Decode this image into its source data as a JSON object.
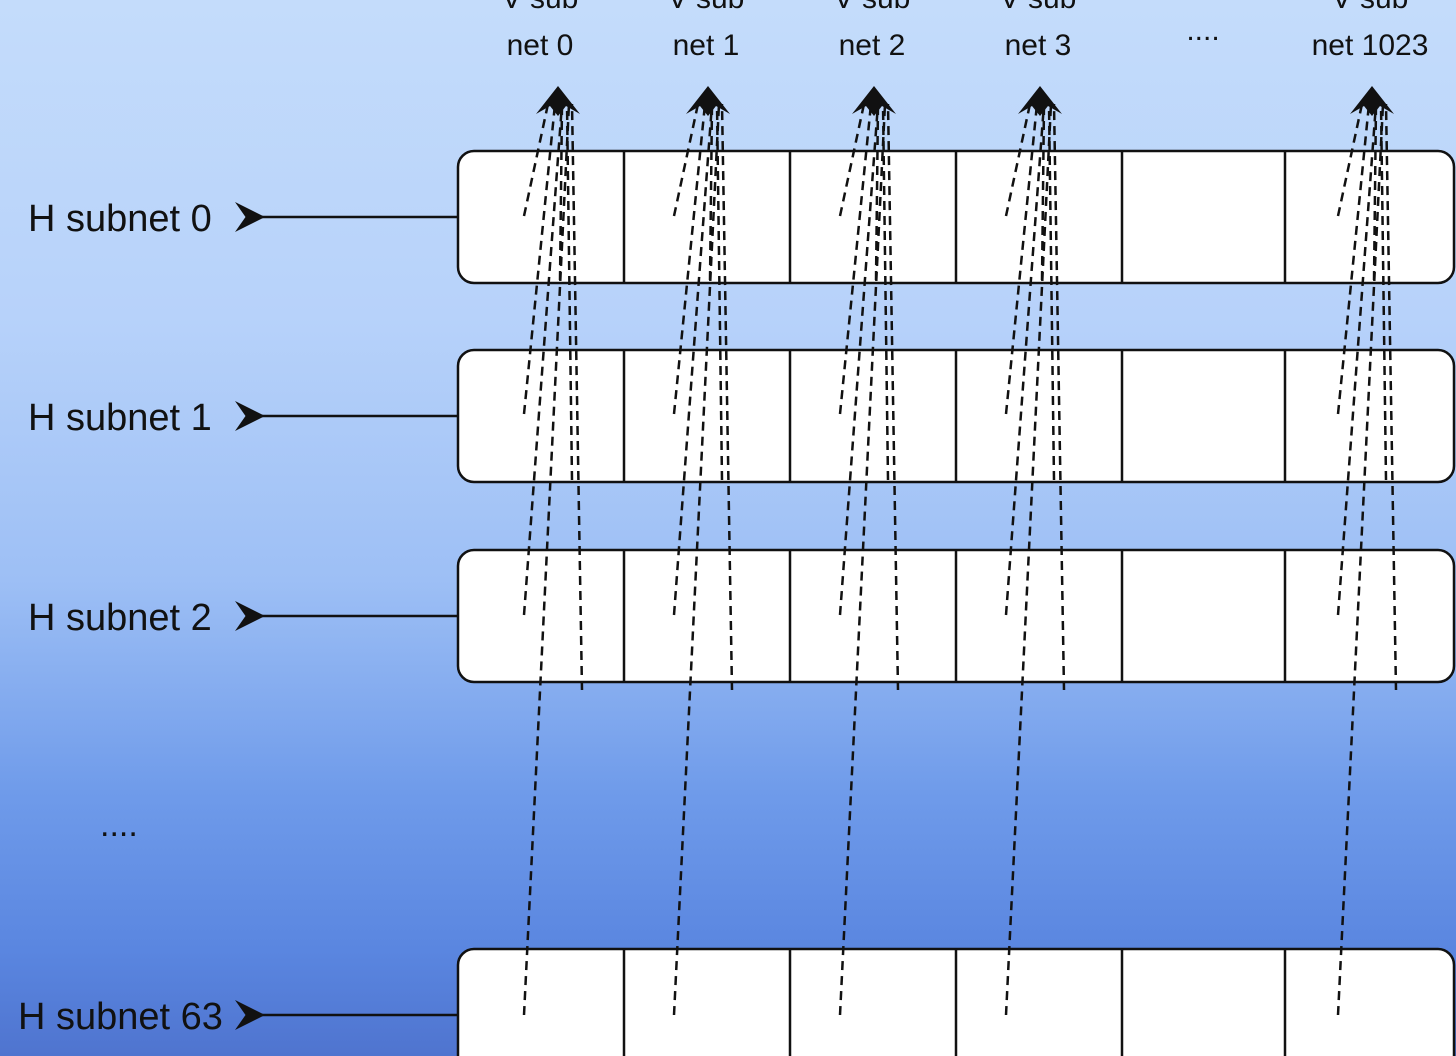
{
  "v_labels": [
    {
      "line1": "V sub",
      "line2": "net 0"
    },
    {
      "line1": "V sub",
      "line2": "net 1"
    },
    {
      "line1": "V sub",
      "line2": "net 2"
    },
    {
      "line1": "V sub",
      "line2": "net 3"
    },
    {
      "line1": "V sub",
      "line2": "net 1023"
    }
  ],
  "v_ellipsis": "....",
  "h_labels": [
    "H subnet 0",
    "H subnet 1",
    "H subnet 2",
    "H subnet 63"
  ],
  "h_ellipsis": "....",
  "colors": {
    "line": "#111111",
    "cell_fill": "#ffffff"
  }
}
